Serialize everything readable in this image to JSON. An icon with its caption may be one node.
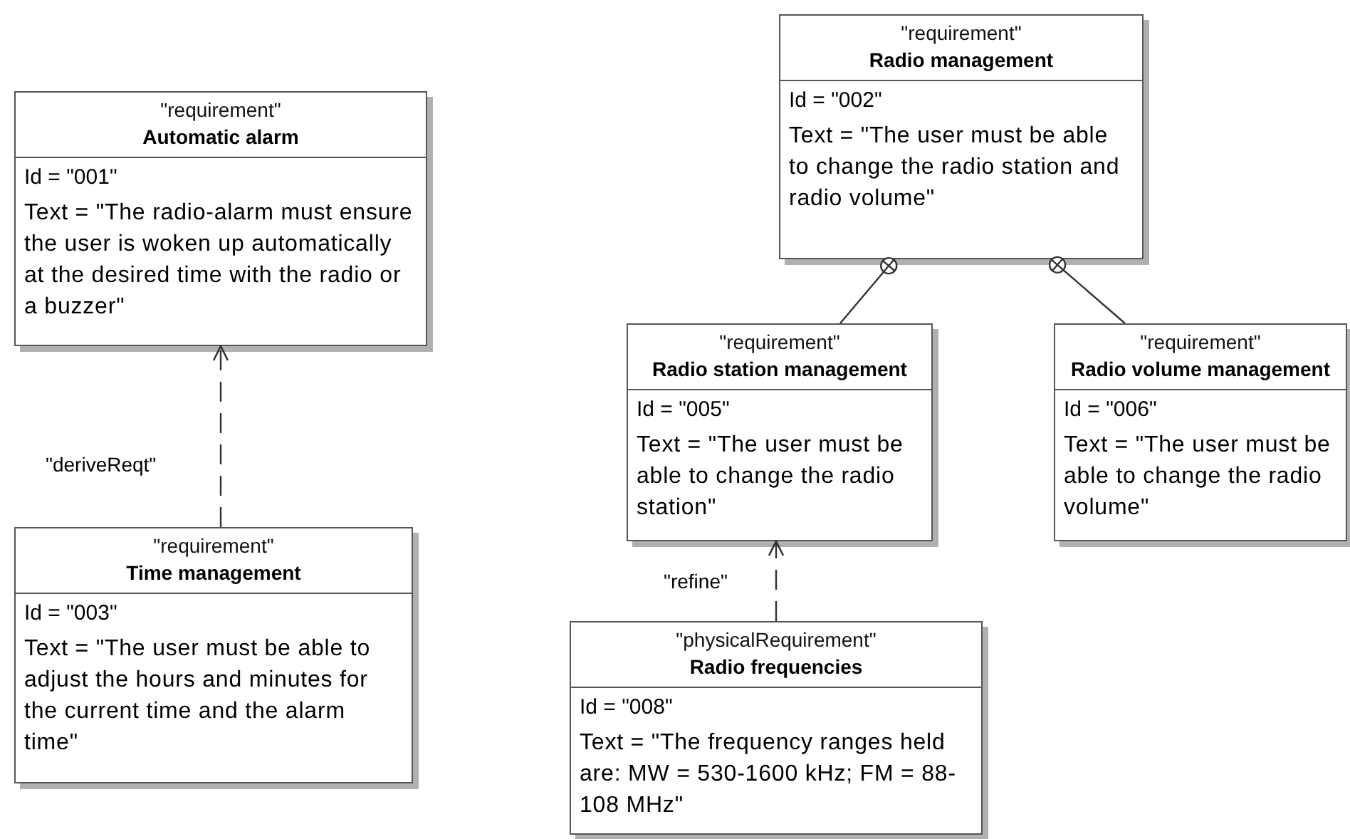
{
  "diagram": {
    "nodes": [
      {
        "text": [
          "\"requirement\"",
          "Automatic alarm",
          "Id = \"001\"",
          "Text = \"The radio-alarm must ensure the user is woken up automatically at the desired time with the radio or a buzzer\""
        ]
      },
      {
        "text": [
          "\"requirement\"",
          "Time management",
          "Id = \"003\"",
          "Text = \"The user must be able to adjust the hours and minutes for the current time and the alarm time\""
        ]
      },
      {
        "text": [
          "\"requirement\"",
          "Radio management",
          "Id = \"002\"",
          "Text = \"The user must be able to change the radio station and radio volume\""
        ]
      },
      {
        "text": [
          "\"requirement\"",
          "Radio station management",
          "Id = \"005\"",
          "Text = \"The user must be able to change the radio station\""
        ]
      },
      {
        "text": [
          "\"requirement\"",
          "Radio volume management",
          "Id = \"006\"",
          "Text = \"The user must be able to change the radio volume\""
        ]
      },
      {
        "text": [
          "\"physicalRequirement\"",
          "Radio frequencies",
          "Id = \"008\"",
          "Text = \"The frequency ranges held are: MW = 530-1600 kHz; FM = 88-108 MHz\""
        ]
      }
    ],
    "edges": [
      {
        "from": 1,
        "to": 0,
        "arrow": "to",
        "style": "dashed",
        "label": "\"deriveReqt\""
      },
      {
        "from": 2,
        "to": 3,
        "arrow": "other"
      },
      {
        "from": 2,
        "to": 4,
        "arrow": "other"
      },
      {
        "from": 5,
        "to": 3,
        "arrow": "to",
        "style": "dashed",
        "label": "\"refine\""
      }
    ]
  }
}
